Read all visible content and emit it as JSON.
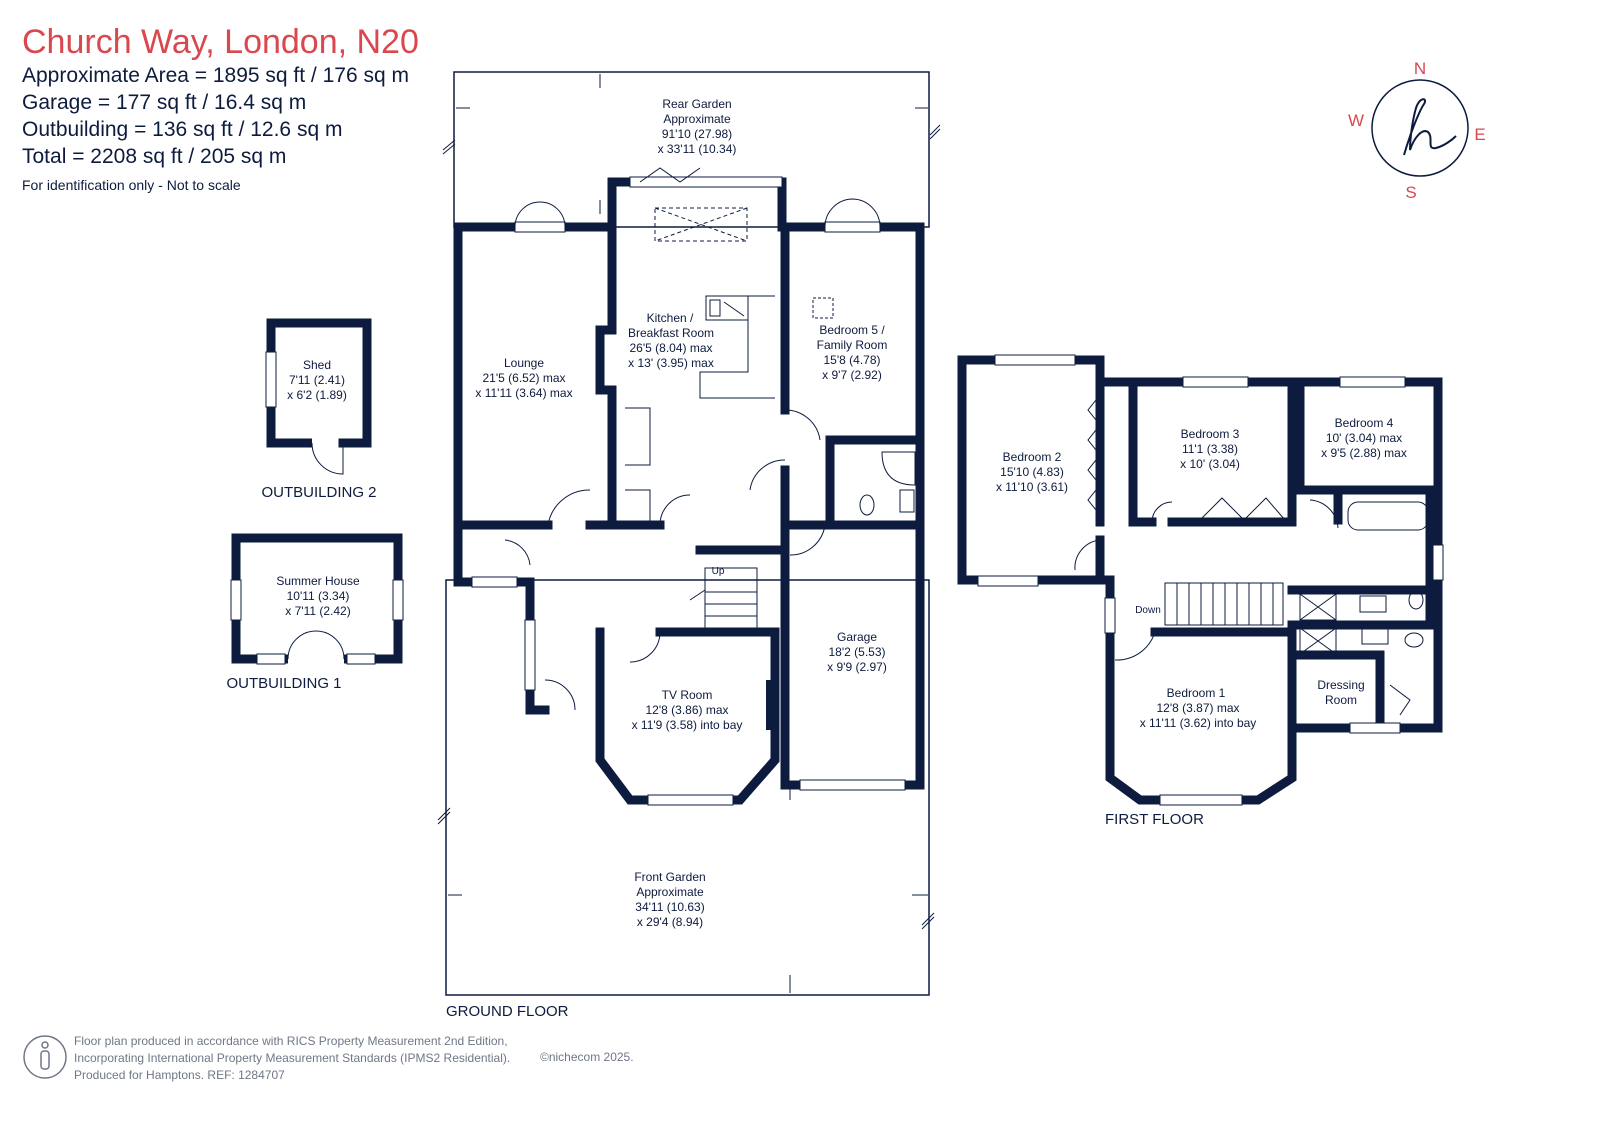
{
  "header": {
    "title": "Church Way, London, N20",
    "approximate_area": "Approximate Area = 1895 sq ft / 176 sq m",
    "garage": "Garage = 177 sq ft / 16.4 sq m",
    "outbuilding": "Outbuilding = 136 sq ft / 12.6 sq m",
    "total": "Total = 2208 sq ft / 205 sq m",
    "note": "For identification only - Not to scale"
  },
  "compass": {
    "n": "N",
    "s": "S",
    "e": "E",
    "w": "W",
    "accent": "#d9474f"
  },
  "floors": {
    "ground": "GROUND FLOOR",
    "first": "FIRST FLOOR",
    "outbuilding1": "OUTBUILDING 1",
    "outbuilding2": "OUTBUILDING 2"
  },
  "rooms": {
    "rear_garden": {
      "l1": "Rear Garden",
      "l2": "Approximate",
      "l3": "91'10 (27.98)",
      "l4": "x 33'11 (10.34)"
    },
    "front_garden": {
      "l1": "Front Garden",
      "l2": "Approximate",
      "l3": "34'11 (10.63)",
      "l4": "x 29'4 (8.94)"
    },
    "lounge": {
      "l1": "Lounge",
      "l2": "21'5 (6.52) max",
      "l3": "x 11'11 (3.64) max"
    },
    "kitchen": {
      "l1": "Kitchen /",
      "l2": "Breakfast Room",
      "l3": "26'5 (8.04) max",
      "l4": "x 13' (3.95) max"
    },
    "bedroom5": {
      "l1": "Bedroom 5 /",
      "l2": "Family Room",
      "l3": "15'8 (4.78)",
      "l4": "x 9'7 (2.92)"
    },
    "garage": {
      "l1": "Garage",
      "l2": "18'2 (5.53)",
      "l3": "x 9'9 (2.97)"
    },
    "tv_room": {
      "l1": "TV Room",
      "l2": "12'8 (3.86) max",
      "l3": "x 11'9 (3.58) into bay"
    },
    "shed": {
      "l1": "Shed",
      "l2": "7'11 (2.41)",
      "l3": "x 6'2 (1.89)"
    },
    "summer_house": {
      "l1": "Summer House",
      "l2": "10'11 (3.34)",
      "l3": "x 7'11 (2.42)"
    },
    "bedroom2": {
      "l1": "Bedroom 2",
      "l2": "15'10 (4.83)",
      "l3": "x 11'10 (3.61)"
    },
    "bedroom3": {
      "l1": "Bedroom 3",
      "l2": "11'1 (3.38)",
      "l3": "x 10' (3.04)"
    },
    "bedroom4": {
      "l1": "Bedroom 4",
      "l2": "10' (3.04) max",
      "l3": "x 9'5 (2.88) max"
    },
    "bedroom1": {
      "l1": "Bedroom 1",
      "l2": "12'8 (3.87) max",
      "l3": "x 11'11 (3.62) into bay"
    },
    "dressing": {
      "l1": "Dressing",
      "l2": "Room"
    },
    "up": "Up",
    "down": "Down"
  },
  "footer": {
    "line1": "Floor plan produced in accordance with RICS Property Measurement 2nd Edition,",
    "line2": "Incorporating International Property Measurement Standards (IPMS2 Residential).",
    "line3": "Produced for Hamptons.  REF:  1284707",
    "copyright": "©nichecom 2025."
  },
  "colors": {
    "wall": "#0d1b3e",
    "title": "#d9474f",
    "footer": "#6f7787"
  }
}
